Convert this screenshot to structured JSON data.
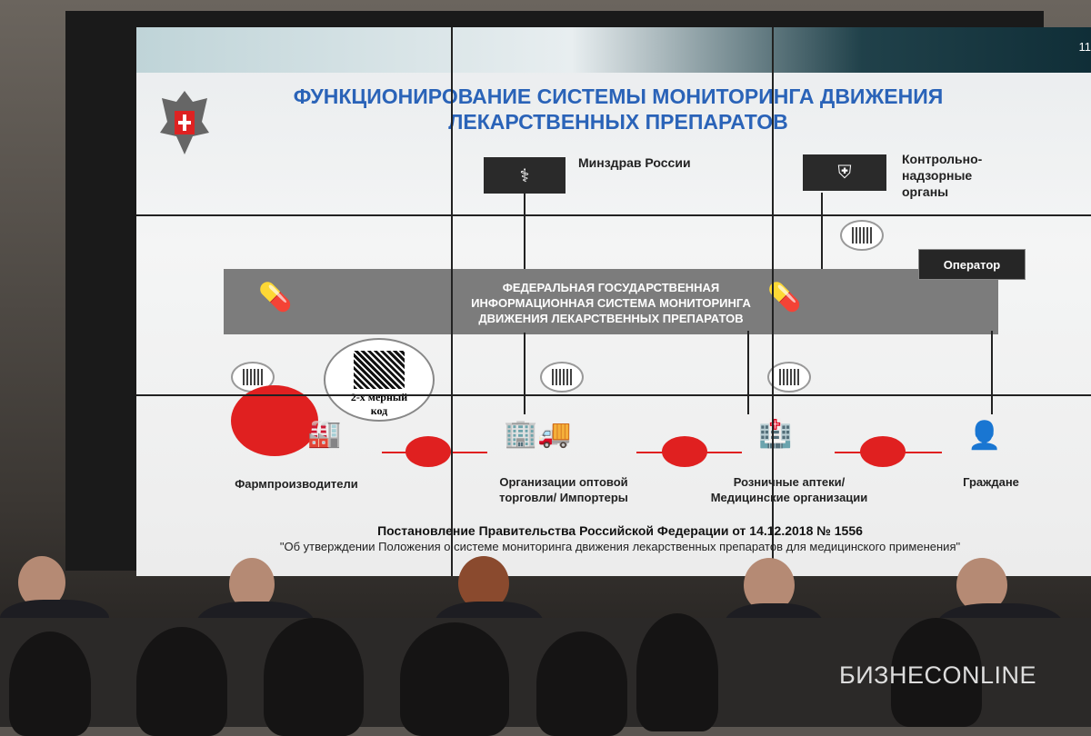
{
  "slide": {
    "page_number": "11",
    "title_line1": "ФУНКЦИОНИРОВАНИЕ СИСТЕМЫ МОНИТОРИНГА ДВИЖЕНИЯ",
    "title_line2": "ЛЕКАРСТВЕННЫХ ПРЕПАРАТОВ",
    "minzdrav": "Минздрав России",
    "control_line1": "Контрольно-",
    "control_line2": "надзорные",
    "control_line3": "органы",
    "operator": "Оператор",
    "system_line1": "ФЕДЕРАЛЬНАЯ  ГОСУДАРСТВЕННАЯ",
    "system_line2": "ИНФОРМАЦИОННАЯ СИСТЕМА МОНИТОРИНГА",
    "system_line3": "ДВИЖЕНИЯ ЛЕКАРСТВЕННЫХ ПРЕПАРАТОВ",
    "code_line1": "2-х мерный",
    "code_line2": "код",
    "nodes": [
      {
        "line1": "Фармпроизводители",
        "line2": ""
      },
      {
        "line1": "Организации оптовой",
        "line2": "торговли/ Импортеры"
      },
      {
        "line1": "Розничные аптеки/",
        "line2": "Медицинские организации"
      },
      {
        "line1": "Граждане",
        "line2": ""
      }
    ],
    "decree": "Постановление Правительства Российской Федерации от 14.12.2018 № 1556",
    "decree_subtitle": "\"Об утверждении Положения о системе мониторинга движения лекарственных препаратов для медицинского применения\""
  },
  "watermark": "БИЗНЕСONLINE",
  "colors": {
    "title": "#2a63b8",
    "accent_red": "#e02020",
    "bar": "#7c7c7c"
  }
}
